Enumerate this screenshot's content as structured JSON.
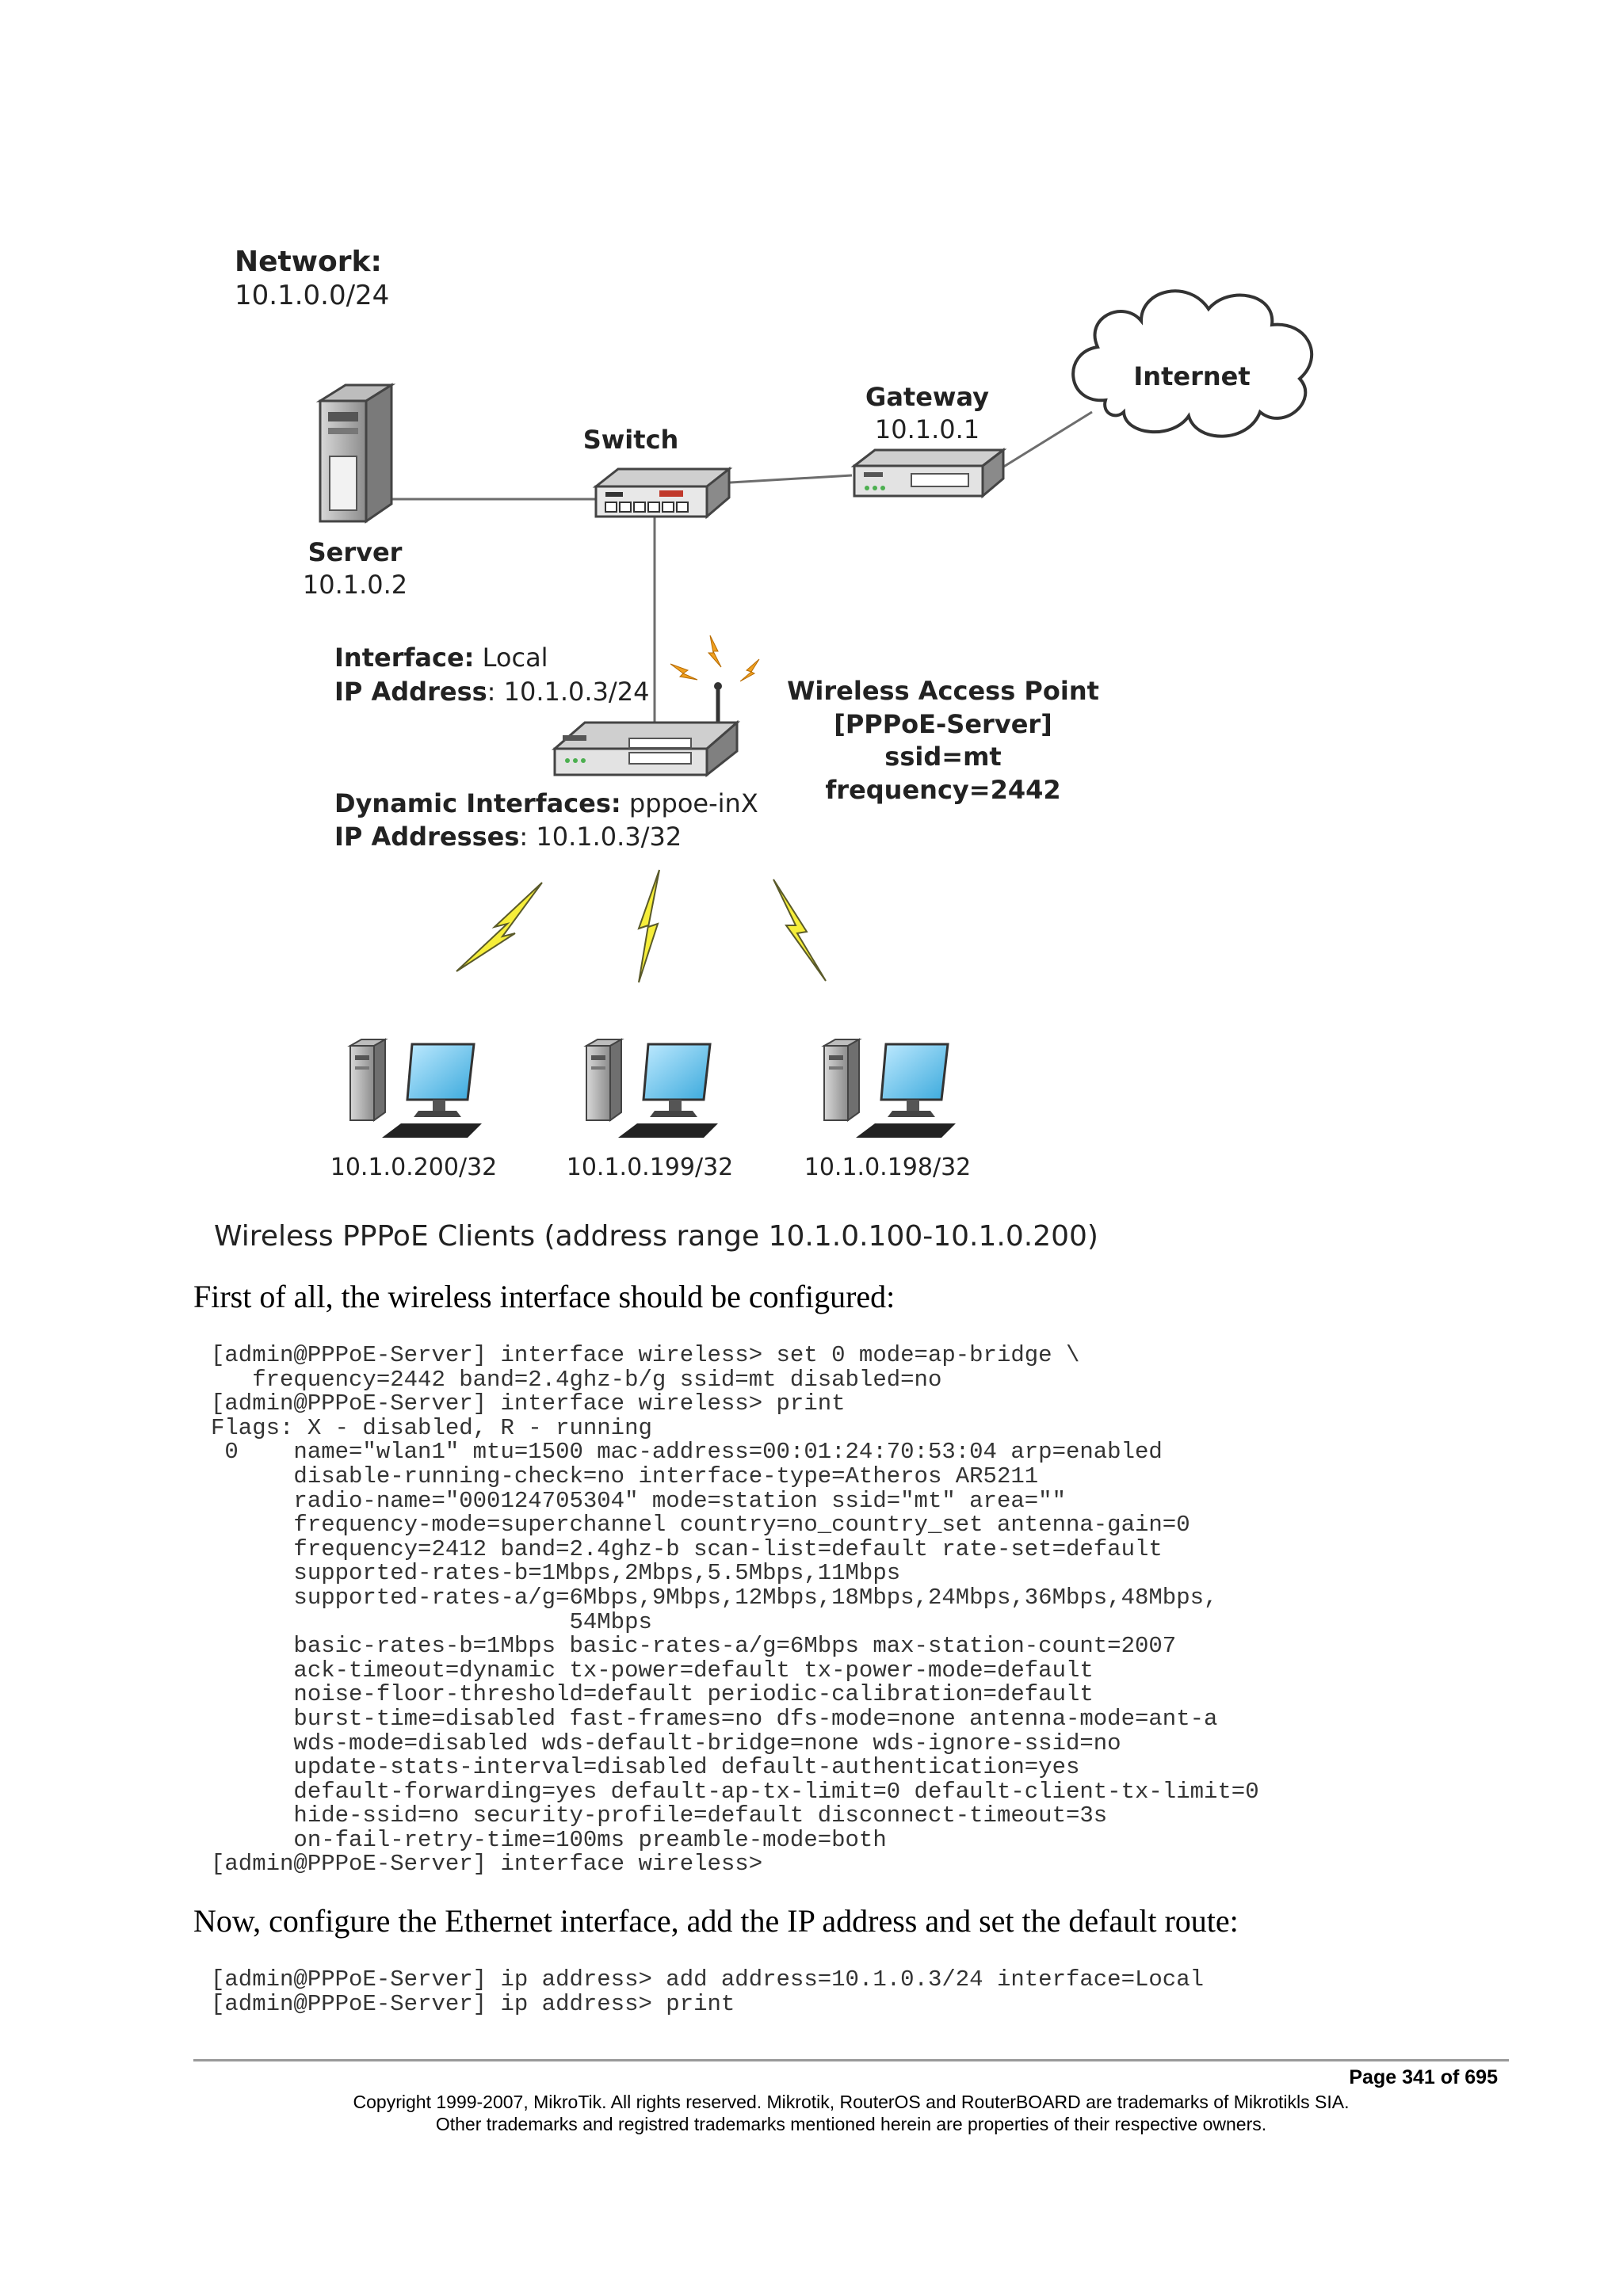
{
  "diagram": {
    "network_label": "Network:",
    "network_addr": "10.1.0.0/24",
    "internet_label": "Internet",
    "gateway_label": "Gateway",
    "gateway_ip": "10.1.0.1",
    "switch_label": "Switch",
    "server_label": "Server",
    "server_ip": "10.1.0.2",
    "iface_key": "Interface:",
    "iface_val": " Local",
    "ip_key": "IP Address",
    "ip_val": ": 10.1.0.3/24",
    "ap_title": "Wireless Access Point",
    "ap_role": "[PPPoE-Server]",
    "ap_ssid": "ssid=mt",
    "ap_freq": "frequency=2442",
    "dyn_key": "Dynamic Interfaces:",
    "dyn_val": " pppoe-inX",
    "ips_key": "IP Addresses",
    "ips_val": ": 10.1.0.3/32",
    "client1_ip": "10.1.0.200/32",
    "client2_ip": "10.1.0.199/32",
    "client3_ip": "10.1.0.198/32",
    "caption": "Wireless PPPoE Clients (address range 10.1.0.100-10.1.0.200)"
  },
  "intro_text": "First of all, the wireless interface should be configured:",
  "code_block_1": "[admin@PPPoE-Server] interface wireless> set 0 mode=ap-bridge \\\n   frequency=2442 band=2.4ghz-b/g ssid=mt disabled=no\n[admin@PPPoE-Server] interface wireless> print\nFlags: X - disabled, R - running\n 0    name=\"wlan1\" mtu=1500 mac-address=00:01:24:70:53:04 arp=enabled\n      disable-running-check=no interface-type=Atheros AR5211\n      radio-name=\"000124705304\" mode=station ssid=\"mt\" area=\"\"\n      frequency-mode=superchannel country=no_country_set antenna-gain=0\n      frequency=2412 band=2.4ghz-b scan-list=default rate-set=default\n      supported-rates-b=1Mbps,2Mbps,5.5Mbps,11Mbps\n      supported-rates-a/g=6Mbps,9Mbps,12Mbps,18Mbps,24Mbps,36Mbps,48Mbps,\n                          54Mbps\n      basic-rates-b=1Mbps basic-rates-a/g=6Mbps max-station-count=2007\n      ack-timeout=dynamic tx-power=default tx-power-mode=default\n      noise-floor-threshold=default periodic-calibration=default\n      burst-time=disabled fast-frames=no dfs-mode=none antenna-mode=ant-a\n      wds-mode=disabled wds-default-bridge=none wds-ignore-ssid=no\n      update-stats-interval=disabled default-authentication=yes\n      default-forwarding=yes default-ap-tx-limit=0 default-client-tx-limit=0\n      hide-ssid=no security-profile=default disconnect-timeout=3s\n      on-fail-retry-time=100ms preamble-mode=both\n[admin@PPPoE-Server] interface wireless>",
  "ethernet_text": "Now, configure the Ethernet interface, add the IP address and set the default route:",
  "code_block_2": "[admin@PPPoE-Server] ip address> add address=10.1.0.3/24 interface=Local\n[admin@PPPoE-Server] ip address> print",
  "footer": {
    "page": "Page 341 of 695",
    "copyright_1": "Copyright 1999-2007, MikroTik. All rights reserved. Mikrotik, RouterOS and RouterBOARD are trademarks of Mikrotikls SIA.",
    "copyright_2": "Other trademarks and registred trademarks mentioned herein are properties of their respective owners."
  }
}
